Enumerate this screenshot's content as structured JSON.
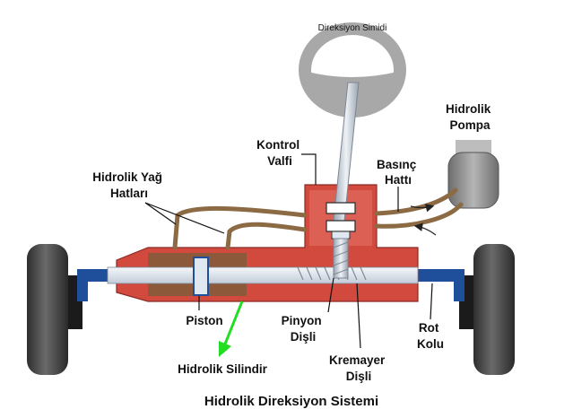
{
  "labels": {
    "steering_wheel": "Direksiyon Simidi",
    "control_valve": [
      "Kontrol",
      "Valfi"
    ],
    "pressure_line": [
      "Basınç",
      "Hattı"
    ],
    "hydraulic_pump": [
      "Hidrolik",
      "Pompa"
    ],
    "hydraulic_oil_lines": [
      "Hidrolik Yağ",
      "Hatları"
    ],
    "piston": "Piston",
    "pinion_gear": [
      "Pinyon",
      "Dişli"
    ],
    "tie_rod": [
      "Rot",
      "Kolu"
    ],
    "hydraulic_cylinder": "Hidrolik Silindir",
    "rack_gear": [
      "Kremayer",
      "Dişli"
    ]
  },
  "title": "Hidrolik Direksiyon Sistemi",
  "colors": {
    "housing": "#d24a3e",
    "housing_light": "#e7766a",
    "cylinder_chamber": "#8c5a3a",
    "oil_line": "#8c6a44",
    "rack": "#dfe7f0",
    "tie_rod": "#1f4e9a",
    "tire": "#4a4a4a",
    "steering": "#a8a8a8",
    "pump": "#8e8e8e",
    "highlight_arrow": "#22dd22"
  }
}
